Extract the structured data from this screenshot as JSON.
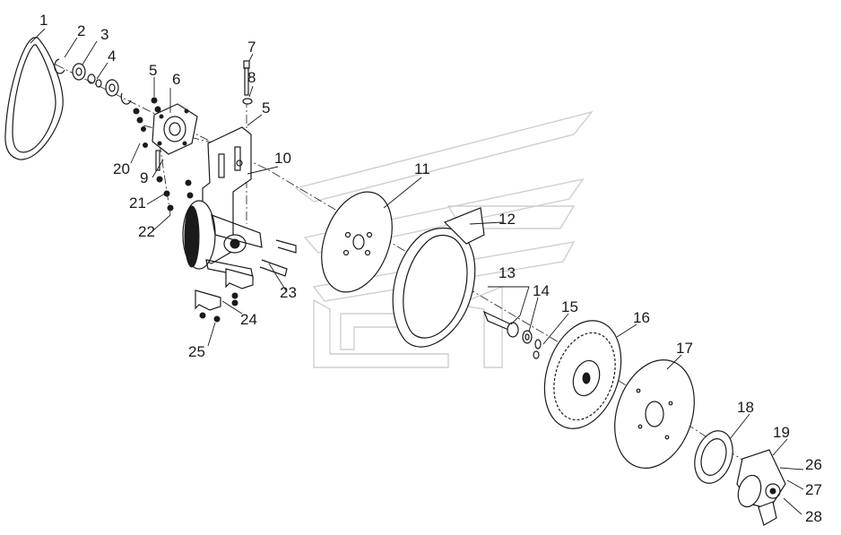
{
  "callouts": [
    {
      "id": "c1",
      "label": "1"
    },
    {
      "id": "c2",
      "label": "2"
    },
    {
      "id": "c3",
      "label": "3"
    },
    {
      "id": "c4",
      "label": "4"
    },
    {
      "id": "c5a",
      "label": "5"
    },
    {
      "id": "c6",
      "label": "6"
    },
    {
      "id": "c7",
      "label": "7"
    },
    {
      "id": "c8",
      "label": "8"
    },
    {
      "id": "c5b",
      "label": "5"
    },
    {
      "id": "c10",
      "label": "10"
    },
    {
      "id": "c11",
      "label": "11"
    },
    {
      "id": "c12",
      "label": "12"
    },
    {
      "id": "c9",
      "label": "9"
    },
    {
      "id": "c20",
      "label": "20"
    },
    {
      "id": "c21",
      "label": "21"
    },
    {
      "id": "c22",
      "label": "22"
    },
    {
      "id": "c23",
      "label": "23"
    },
    {
      "id": "c24",
      "label": "24"
    },
    {
      "id": "c25",
      "label": "25"
    },
    {
      "id": "c13",
      "label": "13"
    },
    {
      "id": "c14",
      "label": "14"
    },
    {
      "id": "c15",
      "label": "15"
    },
    {
      "id": "c16",
      "label": "16"
    },
    {
      "id": "c17",
      "label": "17"
    },
    {
      "id": "c18",
      "label": "18"
    },
    {
      "id": "c19",
      "label": "19"
    },
    {
      "id": "c26",
      "label": "26"
    },
    {
      "id": "c27",
      "label": "27"
    },
    {
      "id": "c28",
      "label": "28"
    }
  ]
}
